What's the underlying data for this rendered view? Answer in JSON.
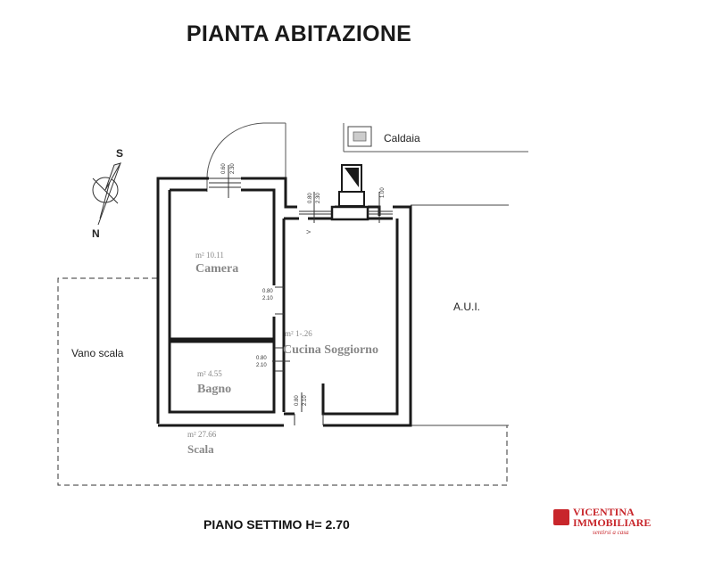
{
  "title": "PIANTA ABITAZIONE",
  "footer": "PIANO SETTIMO H= 2.70",
  "compass": {
    "south": "S",
    "north": "N"
  },
  "rooms": {
    "camera": {
      "name": "Camera",
      "area": "m² 10.11"
    },
    "bagno": {
      "name": "Bagno",
      "area": "m² 4.55"
    },
    "cucina": {
      "name": "Cucina Soggiorno",
      "area": "m² 1-.26"
    },
    "scala": {
      "name": "Scala",
      "area": "m² 27.66"
    }
  },
  "labels": {
    "caldaia": "Caldaia",
    "vano_scala": "Vano scala",
    "aui": "A.U.I."
  },
  "dimensions": {
    "camera_window": [
      "0.60",
      "2.30"
    ],
    "corridor_window": [
      "0.80",
      "2.30"
    ],
    "kitchen_window": [
      "1.00"
    ],
    "camera_door": [
      "0.80",
      "2.10"
    ],
    "bagno_door": [
      "0.80",
      "2.10"
    ],
    "entry_door": [
      "0.80",
      "2.10"
    ],
    "mid_mark": [
      "V"
    ]
  },
  "logo": {
    "line1": "VICENTINA",
    "line2": "IMMOBILIARE",
    "tagline": "sentirsi a casa"
  }
}
